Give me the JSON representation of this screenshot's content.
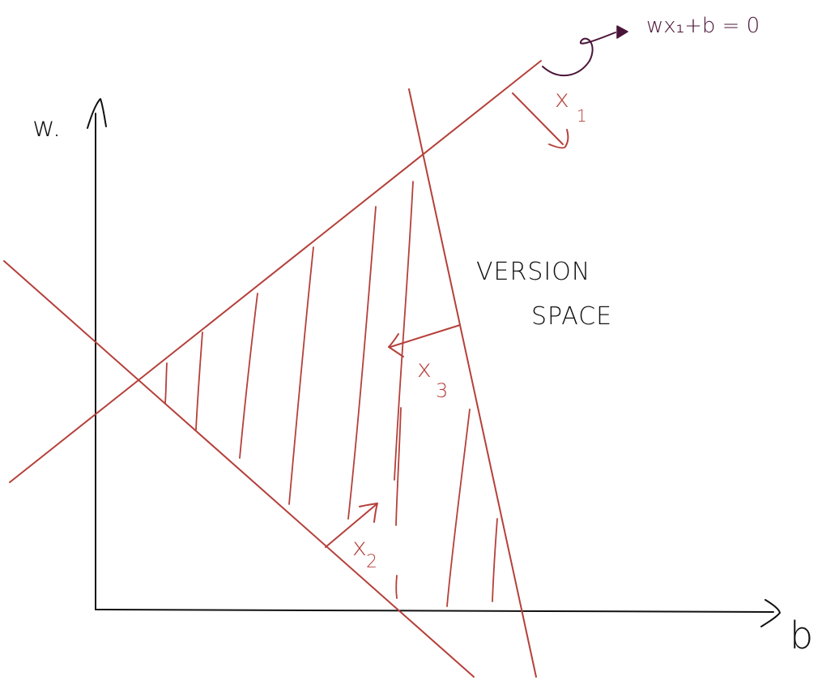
{
  "labels": {
    "w_axis": "w.",
    "b_axis": "b",
    "equation": "wx₁+b = 0",
    "version_line1": "VERSION",
    "version_line2": "SPACE"
  },
  "vectors": {
    "x1": {
      "letter": "x",
      "sub": "1"
    },
    "x2": {
      "letter": "x",
      "sub": "2"
    },
    "x3": {
      "letter": "x",
      "sub": "3"
    }
  },
  "colors": {
    "line": "#b5403a",
    "axis": "#111111",
    "note": "#4a1438"
  }
}
